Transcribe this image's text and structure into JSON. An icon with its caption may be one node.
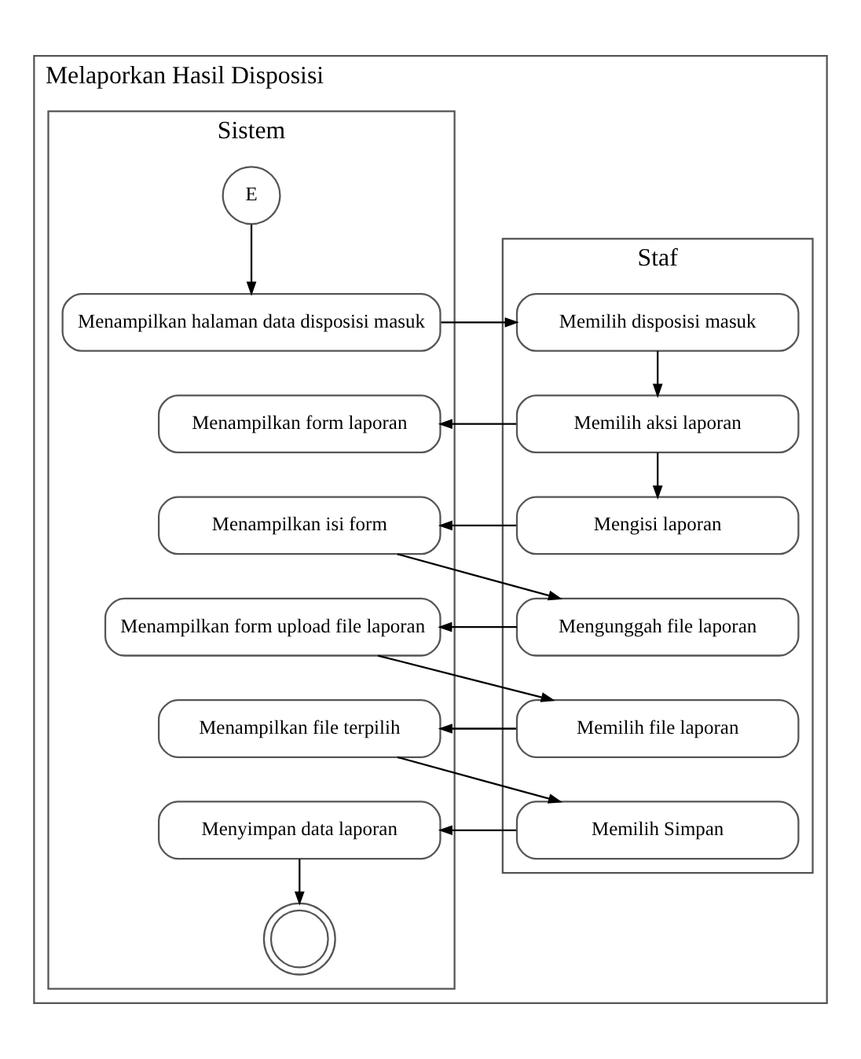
{
  "diagram": {
    "nodes": [
      {
        "text": [
          "Melaporkan Hasil Disposisi"
        ]
      },
      {
        "text": [
          "Staf"
        ],
        "in": 0
      },
      {
        "text": [
          "Sistem"
        ],
        "in": 0
      },
      {
        "text": [
          "E"
        ],
        "in": 2
      },
      {
        "text": [
          "Menampilkan halaman data disposisi masuk"
        ],
        "in": 2
      },
      {
        "text": [
          "Memilih disposisi masuk"
        ],
        "in": 1
      },
      {
        "text": [
          "Memilih aksi laporan"
        ],
        "in": 1
      },
      {
        "text": [
          "Menampilkan form laporan"
        ],
        "in": 2
      },
      {
        "text": [
          "Mengisi laporan"
        ],
        "in": 1
      },
      {
        "text": [
          "Menampilkan isi form"
        ],
        "in": 2
      },
      {
        "text": [
          "Mengunggah file laporan"
        ],
        "in": 1
      },
      {
        "text": [
          "Menampilkan form upload file laporan"
        ],
        "in": 2
      },
      {
        "text": [
          "Memilih file laporan"
        ],
        "in": 1
      },
      {
        "text": [
          "Menampilkan file terpilih"
        ],
        "in": 2
      },
      {
        "text": [
          "Memilih Simpan"
        ],
        "in": 1
      },
      {
        "text": [
          "Menyimpan data laporan"
        ],
        "in": 2
      },
      {
        "text": [],
        "shape": "circle",
        "in": 2
      }
    ],
    "edges": [
      {
        "from": 3,
        "to": 4,
        "arrow": "to"
      },
      {
        "from": 4,
        "to": 5,
        "arrow": "to"
      },
      {
        "from": 5,
        "to": 6,
        "arrow": "to"
      },
      {
        "from": 6,
        "to": 7,
        "arrow": "to"
      },
      {
        "from": 6,
        "to": 8,
        "arrow": "to"
      },
      {
        "from": 8,
        "to": 9,
        "arrow": "to"
      },
      {
        "from": 9,
        "to": 10,
        "arrow": "to"
      },
      {
        "from": 10,
        "to": 11,
        "arrow": "to"
      },
      {
        "from": 11,
        "to": 12,
        "arrow": "to"
      },
      {
        "from": 12,
        "to": 13,
        "arrow": "to"
      },
      {
        "from": 13,
        "to": 14,
        "arrow": "to"
      },
      {
        "from": 14,
        "to": 15,
        "arrow": "to"
      },
      {
        "from": 15,
        "to": 16,
        "arrow": "to"
      }
    ]
  }
}
